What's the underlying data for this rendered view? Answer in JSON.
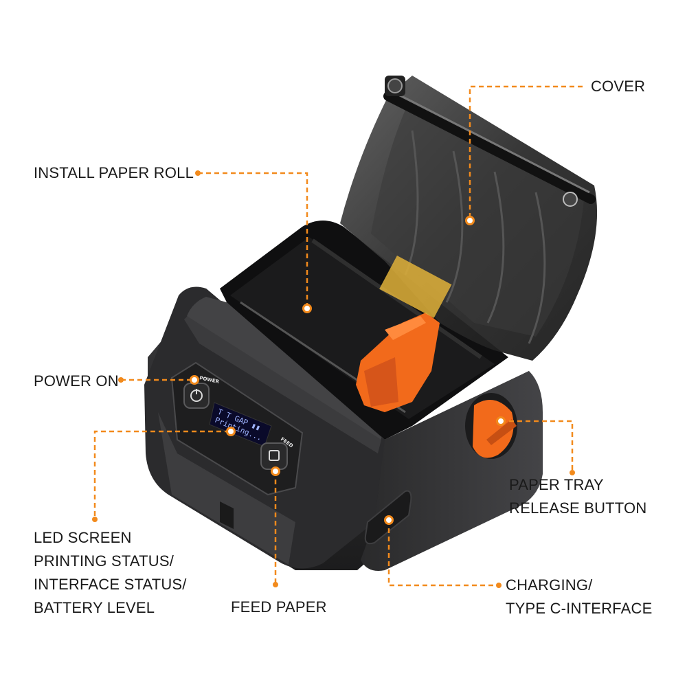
{
  "labels": {
    "cover": [
      "COVER"
    ],
    "install_paper_roll": [
      "INSTALL PAPER ROLL"
    ],
    "power_on": [
      "POWER ON"
    ],
    "led_screen": [
      "LED SCREEN",
      "PRINTING STATUS/",
      "INTERFACE STATUS/",
      "BATTERY LEVEL"
    ],
    "feed_paper": [
      "FEED PAPER"
    ],
    "paper_tray_release": [
      "PAPER TRAY",
      "RELEASE BUTTON"
    ],
    "charging": [
      "CHARGING/",
      "TYPE C-INTERFACE"
    ]
  },
  "device_text": {
    "power_label": "POWER",
    "feed_label": "FEED",
    "lcd_line1": "T  T  GAP  ▮▮",
    "lcd_line2": "Printing..."
  },
  "colors": {
    "callout": "#f28a1c",
    "body": "#2e2e30",
    "accent": "#f26a1b",
    "text": "#1a1a1a"
  }
}
